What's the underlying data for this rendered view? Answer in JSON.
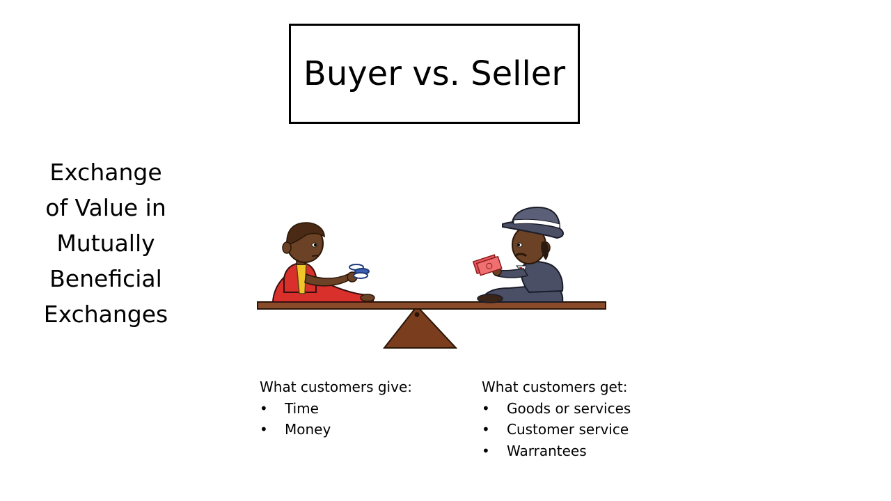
{
  "slide": {
    "title": "Buyer vs. Seller",
    "side_heading": "Exchange\nof Value in\nMutually\nBeneficial\nExchanges"
  },
  "illustration": {
    "icon": "seesaw-exchange-illustration",
    "colors": {
      "plank": "#8a4b2a",
      "fulcrum": "#7a3e1e",
      "child_dress": "#d9302c",
      "seller_suit": "#4b4f66",
      "skin": "#6b4226",
      "money": "#e8575a",
      "coins": "#3a5fb0"
    }
  },
  "give_list": {
    "heading": "What customers give:",
    "items": [
      "Time",
      "Money"
    ]
  },
  "get_list": {
    "heading": "What customers get:",
    "items": [
      "Goods or services",
      "Customer service",
      "Warrantees"
    ]
  }
}
